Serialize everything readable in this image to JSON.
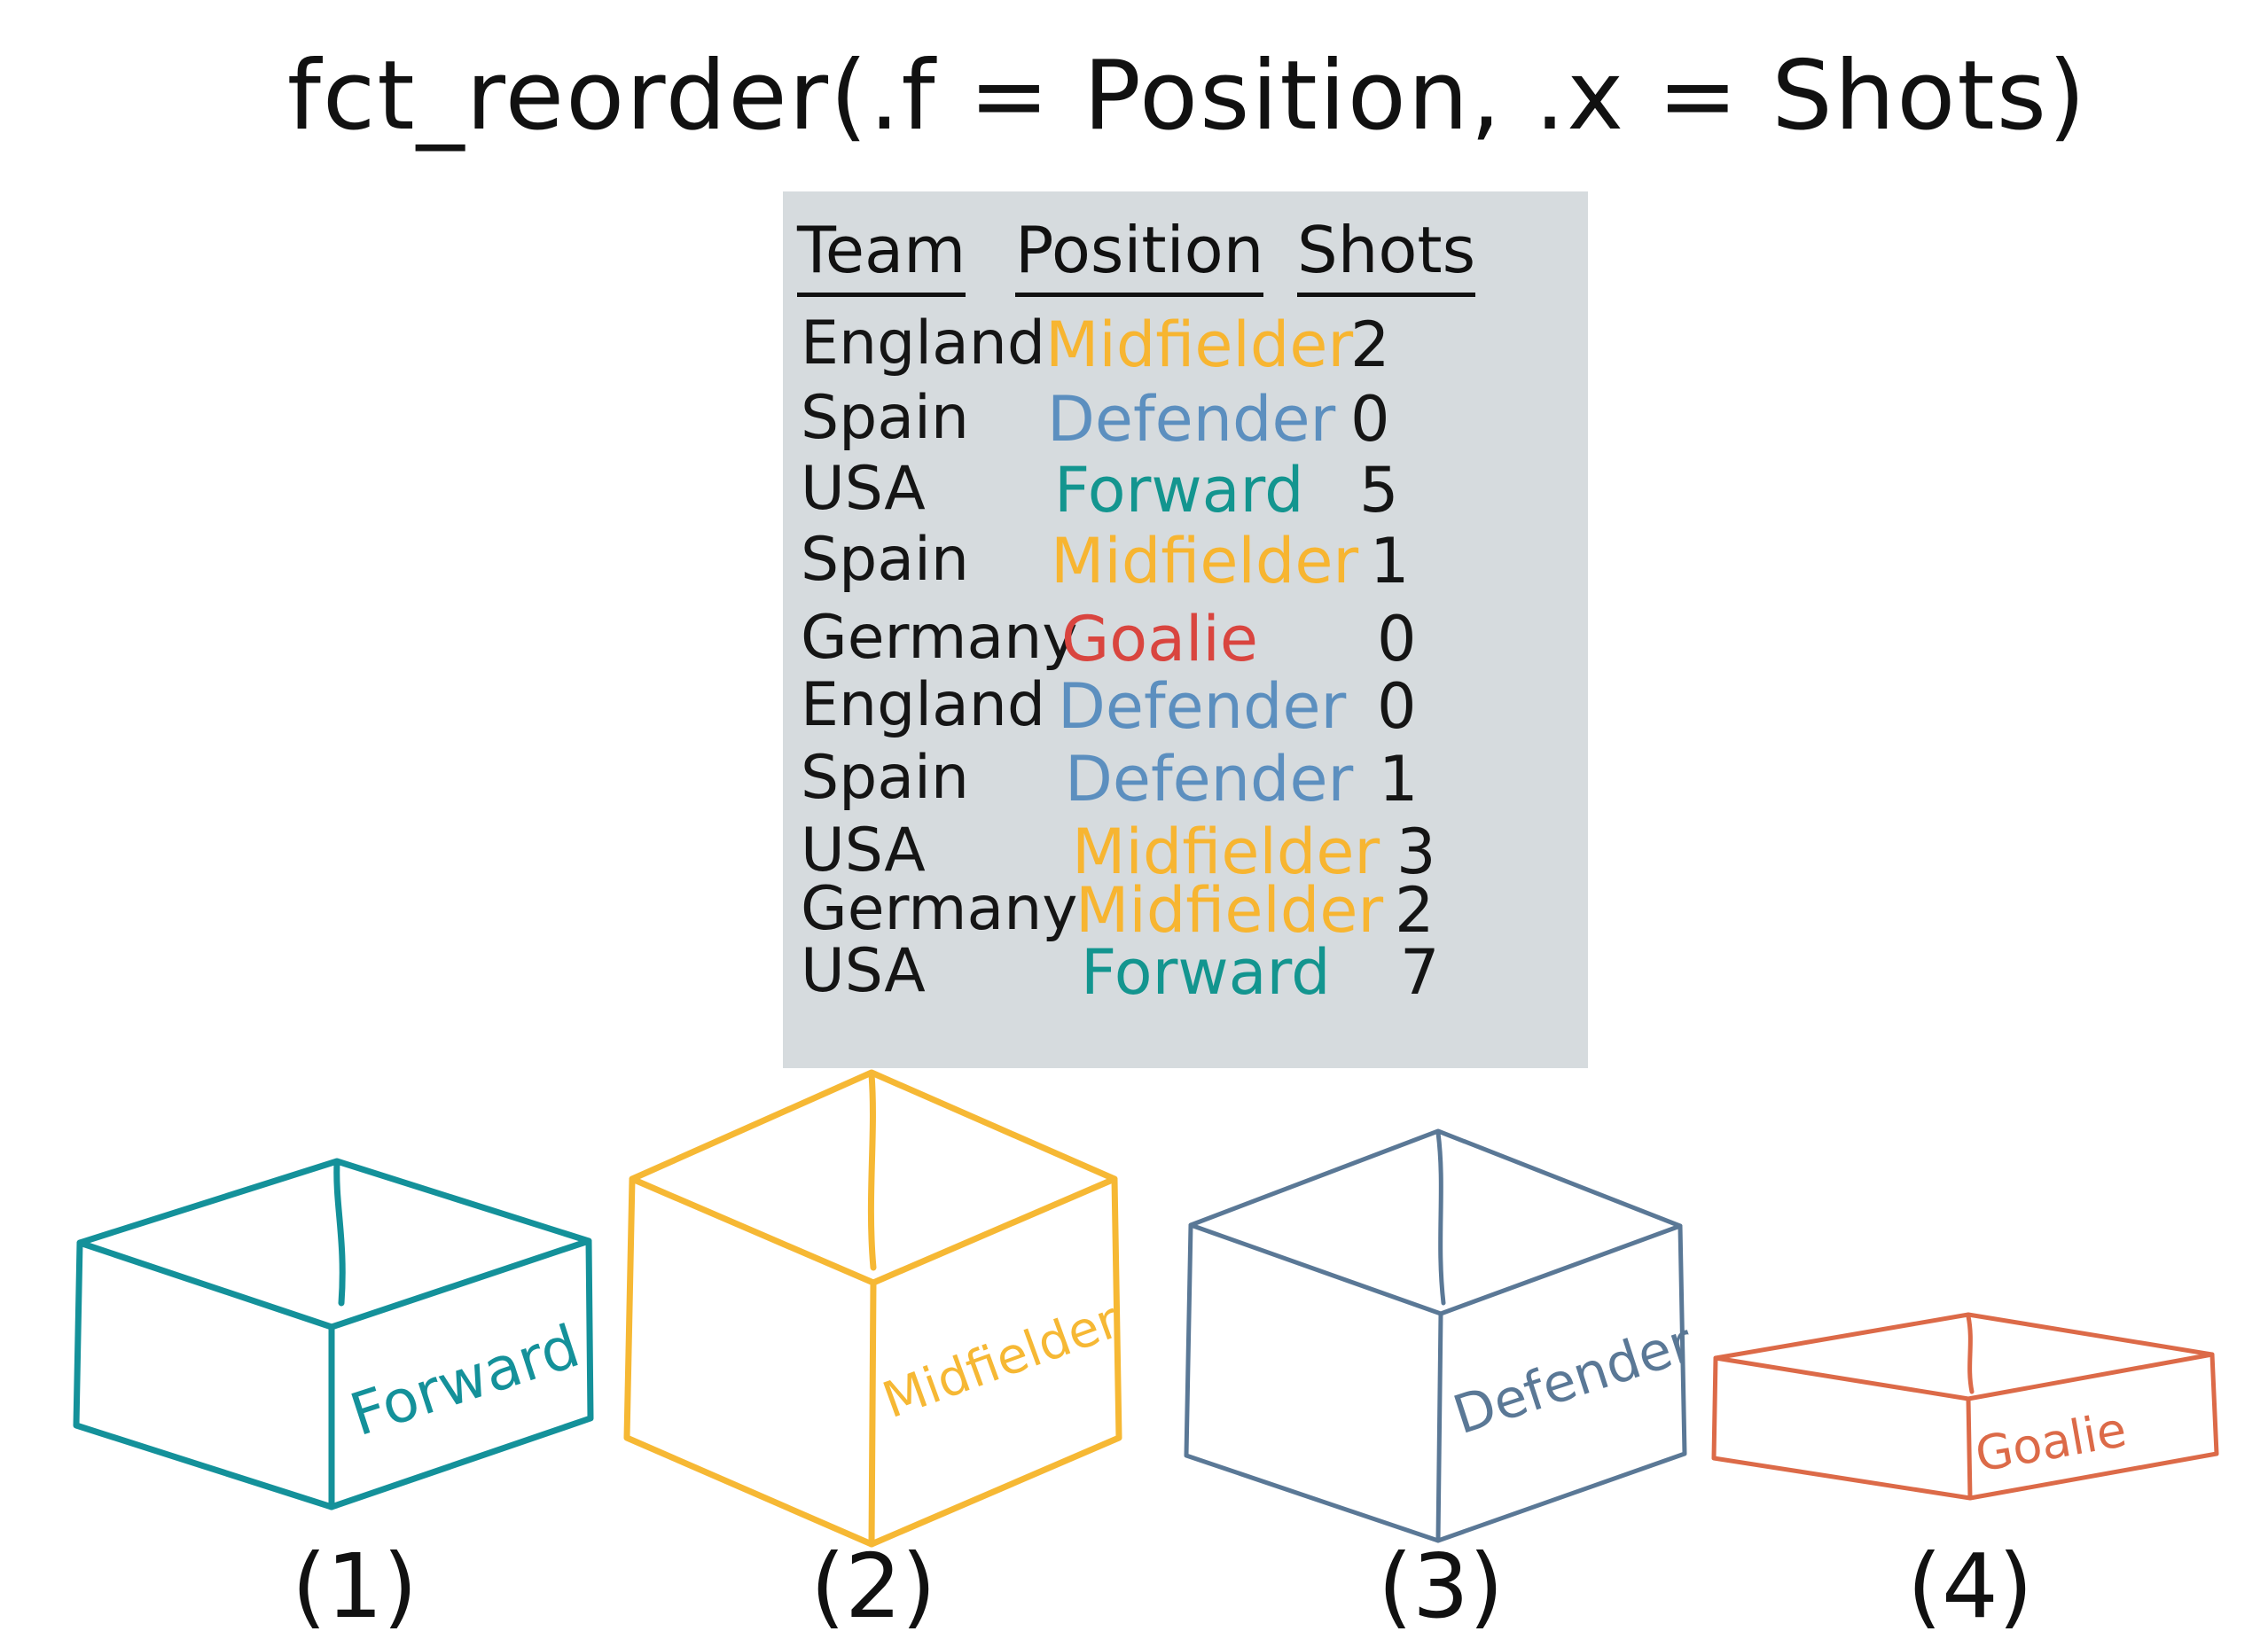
{
  "title": "fct_reorder(.f = Position, .x = Shots)",
  "table": {
    "headers": [
      "Team",
      "Position",
      "Shots"
    ],
    "rows": [
      {
        "team": "England",
        "position": "Midfielder",
        "shots": "2"
      },
      {
        "team": "Spain",
        "position": "Defender",
        "shots": "0"
      },
      {
        "team": "USA",
        "position": "Forward",
        "shots": "5"
      },
      {
        "team": "Spain",
        "position": "Midfielder",
        "shots": "1"
      },
      {
        "team": "Germany",
        "position": "Goalie",
        "shots": "0"
      },
      {
        "team": "England",
        "position": "Defender",
        "shots": "0"
      },
      {
        "team": "Spain",
        "position": "Defender",
        "shots": "1"
      },
      {
        "team": "USA",
        "position": "Midfielder",
        "shots": "3"
      },
      {
        "team": "Germany",
        "position": "Midfielder",
        "shots": "2"
      },
      {
        "team": "USA",
        "position": "Forward",
        "shots": "7"
      }
    ]
  },
  "colors": {
    "Forward": "#13958f",
    "Midfielder": "#f7b531",
    "Defender": "#5c8fbf",
    "Goalie": "#d9453f",
    "box_forward": "#14919a",
    "box_midfielder": "#f6b834",
    "box_defender": "#5a7896",
    "box_goalie": "#dc6a48",
    "panel": "#d6dbde"
  },
  "boxes": [
    {
      "label": "Forward",
      "order": "(1)"
    },
    {
      "label": "Midfielder",
      "order": "(2)"
    },
    {
      "label": "Defender",
      "order": "(3)"
    },
    {
      "label": "Goalie",
      "order": "(4)"
    }
  ]
}
